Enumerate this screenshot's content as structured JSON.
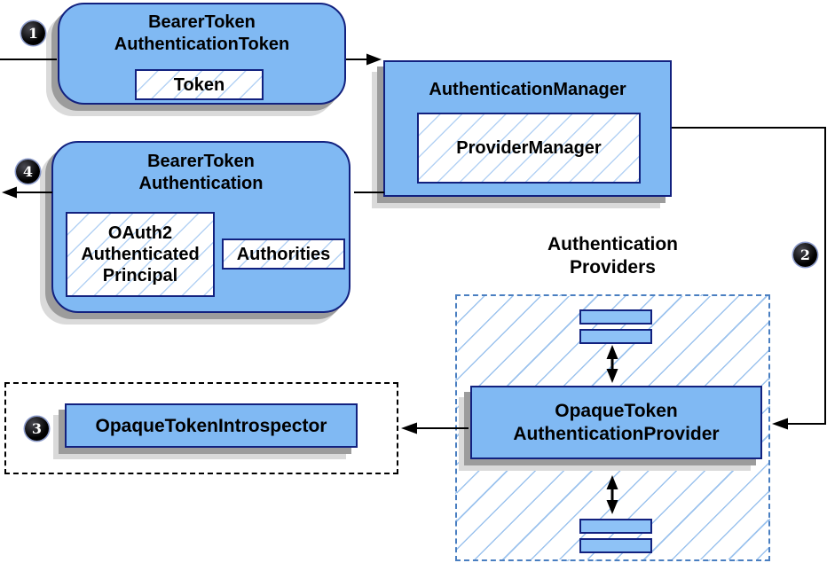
{
  "colors": {
    "node_fill": "#80b9f3",
    "node_border": "#12217f",
    "hatch_line": "#b4d2f4",
    "region_hatch_line": "#9cc3ee",
    "region_border": "#4a7fc1",
    "arrow": "#000000",
    "shadow_dark": "#9c9c9c",
    "shadow_light": "#dadada",
    "badge_bg": "#000000",
    "badge_text": "#ffffff",
    "bar_fill": "#8ec2f6"
  },
  "nodes": {
    "bearer_token_authentication_token": {
      "title": "BearerToken\nAuthenticationToken",
      "member": "Token"
    },
    "authentication_manager": {
      "title": "AuthenticationManager",
      "member": "ProviderManager"
    },
    "bearer_token_authentication": {
      "title": "BearerToken\nAuthentication",
      "member_principal": "OAuth2\nAuthenticated\nPrincipal",
      "member_authorities": "Authorities"
    },
    "opaque_token_introspector": {
      "title": "OpaqueTokenIntrospector"
    },
    "authentication_providers": {
      "label": "Authentication\nProviders",
      "provider": "OpaqueToken\nAuthenticationProvider"
    }
  },
  "badges": {
    "step1": "1",
    "step2": "2",
    "step3": "3",
    "step4": "4"
  }
}
